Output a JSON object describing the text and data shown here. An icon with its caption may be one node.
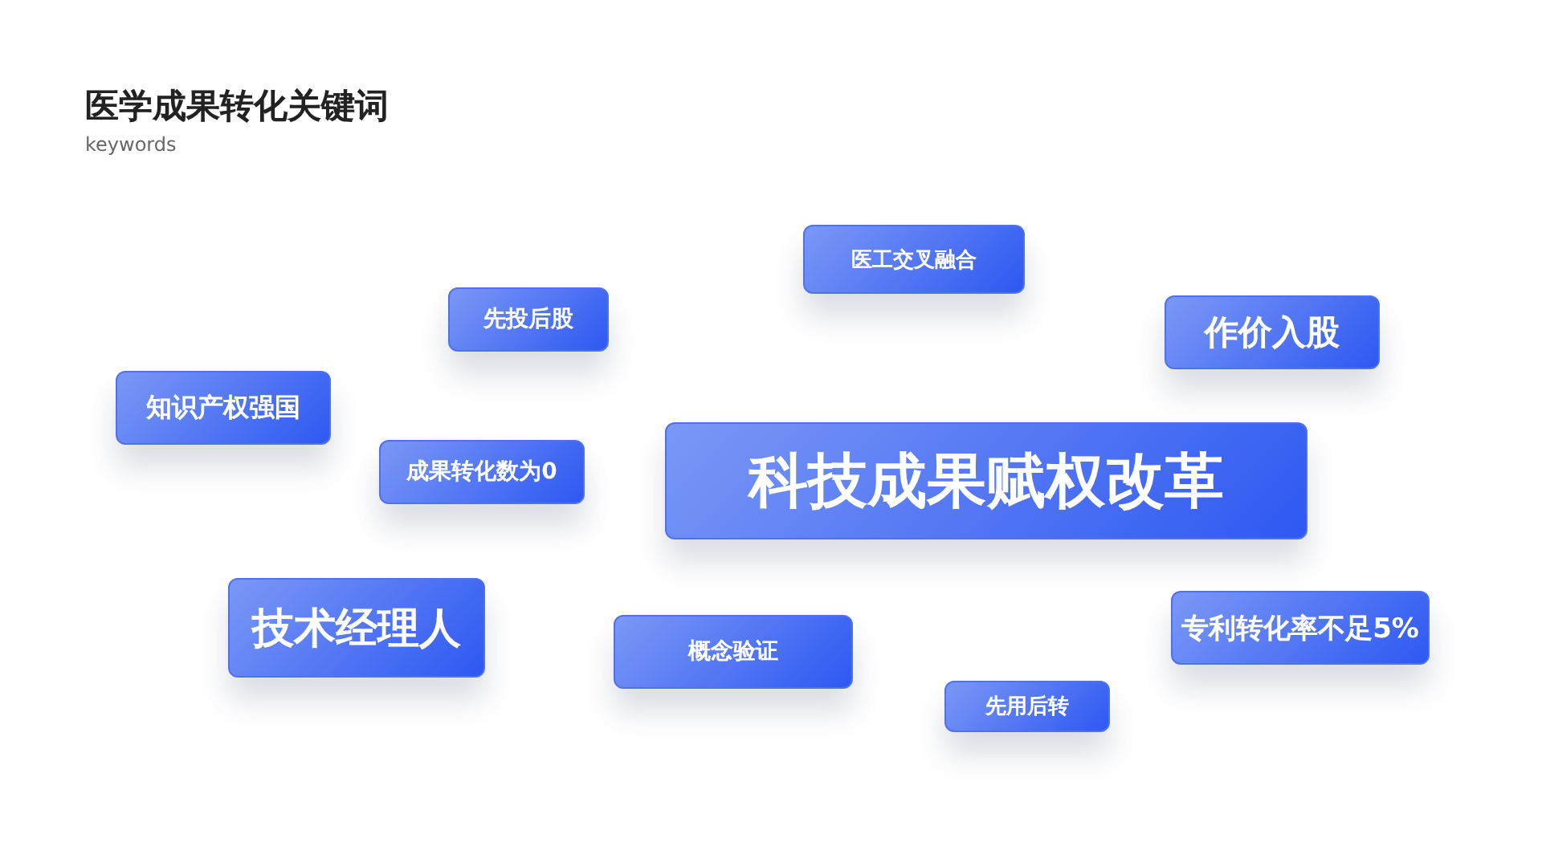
{
  "diagram": {
    "title": "医学成果转化关键词",
    "nodes": [
      {
        "text": [
          "医工交叉融合"
        ]
      },
      {
        "text": [
          "先投后股"
        ]
      },
      {
        "text": [
          "作价入股"
        ]
      },
      {
        "text": [
          "知识产权强国"
        ]
      },
      {
        "text": [
          "成果转化数为0"
        ]
      },
      {
        "text": [
          "科技成果赋权改革"
        ]
      },
      {
        "text": [
          "技术经理人"
        ]
      },
      {
        "text": [
          "专利转化率不足5%"
        ]
      },
      {
        "text": [
          "概念验证"
        ]
      },
      {
        "text": [
          "先用后转"
        ]
      }
    ],
    "labels": [
      "keywords"
    ]
  }
}
